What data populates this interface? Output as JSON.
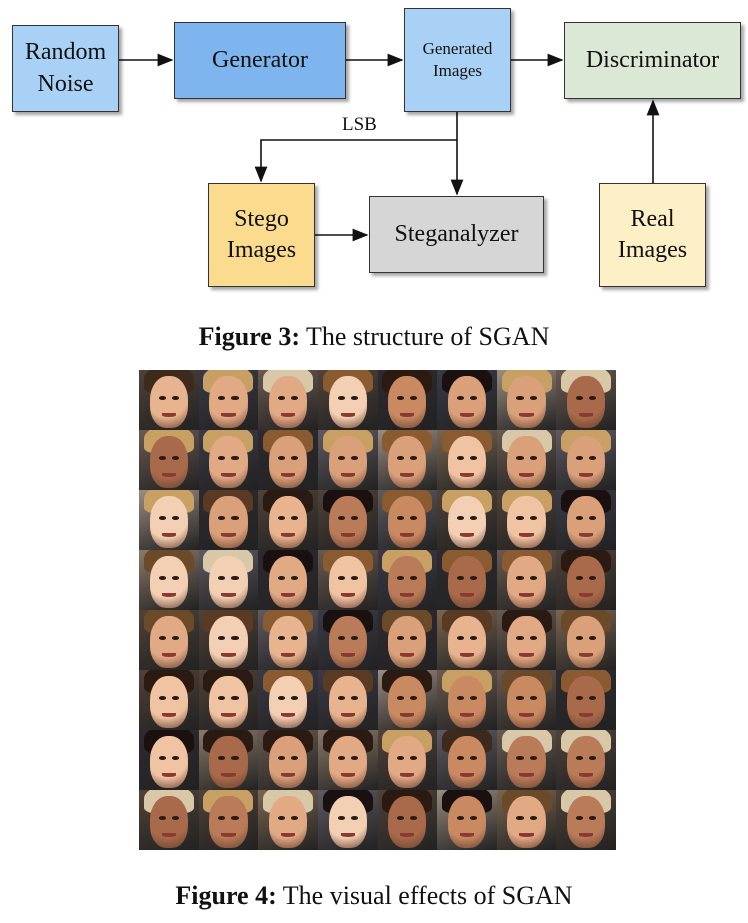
{
  "diagram": {
    "nodes": {
      "random_noise": "Random\nNoise",
      "generator": "Generator",
      "generated_images": "Generated\nImages",
      "discriminator": "Discriminator",
      "stego_images": "Stego\nImages",
      "steganalyzer": "Steganalyzer",
      "real_images": "Real\nImages"
    },
    "edge_label_lsb": "LSB",
    "edges": [
      [
        "random_noise",
        "generator"
      ],
      [
        "generator",
        "generated_images"
      ],
      [
        "generated_images",
        "discriminator"
      ],
      [
        "real_images",
        "discriminator"
      ],
      [
        "generated_images",
        "stego_images"
      ],
      [
        "generated_images",
        "steganalyzer"
      ],
      [
        "stego_images",
        "steganalyzer"
      ]
    ]
  },
  "figure3": {
    "label": "Figure 3:",
    "text": " The structure of SGAN"
  },
  "figure4": {
    "label": "Figure 4:",
    "text": " The visual effects of SGAN"
  },
  "face_grid": {
    "rows": 8,
    "cols": 8
  }
}
